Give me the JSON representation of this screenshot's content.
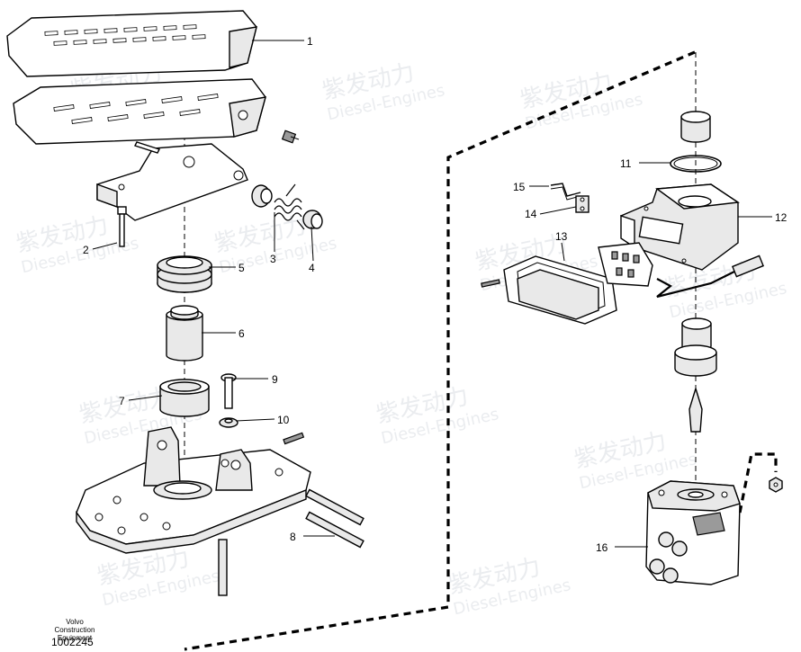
{
  "diagram": {
    "footer": {
      "company": "Volvo Construction Equipment",
      "drawing_number": "1002245"
    },
    "callouts": [
      "1",
      "2",
      "3",
      "4",
      "5",
      "6",
      "7",
      "8",
      "9",
      "10",
      "11",
      "12",
      "13",
      "14",
      "15",
      "16"
    ],
    "watermark": {
      "brand_cn": "紫发动力",
      "brand_en": "Diesel-Engines"
    }
  }
}
